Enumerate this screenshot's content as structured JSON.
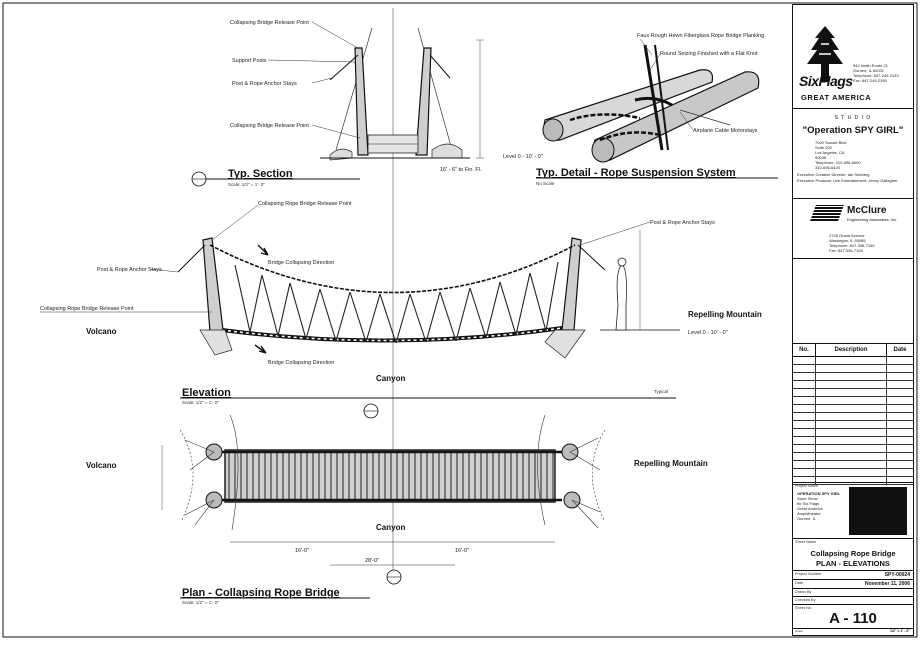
{
  "drawing": {
    "section": {
      "title": "Typ. Section",
      "scale": "Scale: 1/2\" = 1'- 0\"",
      "labels": {
        "release_top": "Collapsing Bridge Release Point",
        "support_posts": "Support Posts",
        "anchor_stays": "Post & Rope Anchor Stays",
        "release_bottom": "Collapsing Bridge Release Point",
        "level": "Level 0 - 10' - 0\"",
        "dim": "16' - 6\" to Fin. Fl."
      },
      "marker": "1 A-110"
    },
    "detail": {
      "title": "Typ. Detail - Rope Suspension System",
      "scale": "No Scale",
      "labels": {
        "planking": "Faux Rough Hewn Fiberglass Rope Bridge Planking",
        "rope_seating": "Round Seizing Finished with a Flat Knot",
        "cable": "Airplane Cable Motorstays"
      }
    },
    "elevation": {
      "title": "Elevation",
      "scale": "Scale: 1/2\" = 1'- 0\"",
      "labels": {
        "release_top": "Collapsing Rope Bridge Release Point",
        "post_anchor": "Post & Rope Anchor Stays",
        "rope_anchor_left": "Post & Rope Anchor Stays",
        "direction_top": "Bridge Collapsing Direction",
        "release_left": "Collapsing Rope Bridge Release Point",
        "volcano": "Volcano",
        "mountain": "Repelling Mountain",
        "level": "Level 0 - 10' - 0\"",
        "direction_bottom": "Bridge Collapsing Direction",
        "canyon": "Canyon",
        "typical": "Typical"
      },
      "marker": "2 A-110"
    },
    "plan": {
      "title": "Plan - Collapsing Rope Bridge",
      "scale": "Scale: 1/2\" = 1'- 0\"",
      "labels": {
        "volcano": "Volcano",
        "mountain": "Repelling Mountain",
        "canyon": "Canyon",
        "dim_left": "16'-0\"",
        "dim_right": "16'-0\"",
        "dim_center": "28'-0\""
      },
      "marker": "3 A-110"
    }
  },
  "title_block": {
    "client": {
      "brand": "SixFlags",
      "sub": "GREAT AMERICA",
      "address": [
        "542 North Route 21",
        "Gurnee, IL 60031",
        "Telephone: 847-249-2133",
        "Fax: 847-249-2390"
      ]
    },
    "studio": {
      "name": "S T U D I O",
      "project": "\"Operation SPY GIRL\"",
      "address": [
        "7020 Sunset Blvd",
        "Suite 200",
        "Los Angeles, CA",
        "90046",
        "Telephone: 310-696-6600",
        "310-696-6424"
      ],
      "director": "Executive Creative Director: Ian Seeberg",
      "producer": "Executive Producer Live Entertainment: Jenny Gallagher"
    },
    "engineer": {
      "name": "McClure",
      "sub": "Engineering Associates, Inc.",
      "address": [
        "2728 Grand Avenue",
        "Waukegan, IL 60085",
        "Telephone: 847-336-7150",
        "Fax: 847-336-7155"
      ]
    },
    "revisions": {
      "headers": [
        "No.",
        "Description",
        "Date"
      ]
    },
    "project_name": {
      "key": "Project Name",
      "lines": [
        "OPERATION SPY GIRL",
        "Stunt Show",
        "for Six Flags",
        "Great America",
        "Amphitheater",
        "Gurnee, IL"
      ]
    },
    "sheet_name": {
      "key": "Sheet Name",
      "line1": "Collapsing Rope Bridge",
      "line2": "PLAN - ELEVATIONS"
    },
    "fields": [
      {
        "key": "Project Number",
        "value": "SPY-00024"
      },
      {
        "key": "Date",
        "value": "November 11, 2006"
      },
      {
        "key": "Drawn By",
        "value": ""
      },
      {
        "key": "Checked By",
        "value": ""
      },
      {
        "key": "Sheet No.",
        "value": ""
      }
    ],
    "sheet_number": "A - 110",
    "scale": {
      "key": "Scale",
      "value": "1/2\" = 1' - 0\""
    }
  }
}
